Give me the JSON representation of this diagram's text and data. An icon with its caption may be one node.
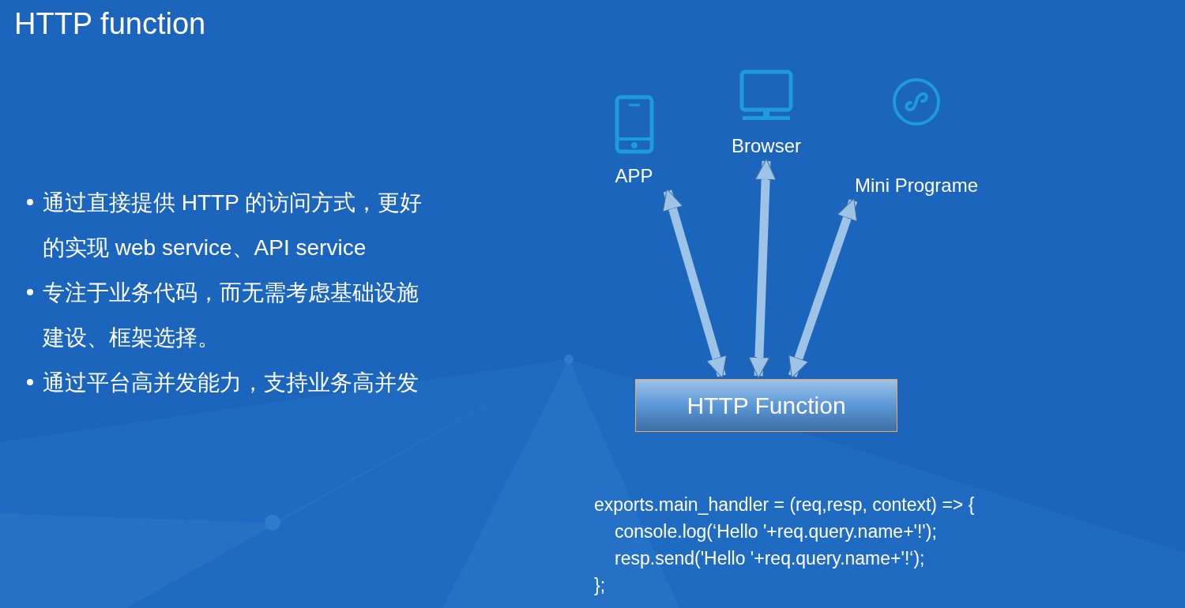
{
  "diagram": {
    "title": "HTTP function",
    "nodes": [
      {
        "text": [
          "APP"
        ]
      },
      {
        "text": [
          "Browser"
        ]
      },
      {
        "text": [
          "Mini Programe"
        ]
      },
      {
        "text": [
          "HTTP Function"
        ]
      }
    ],
    "edges": [
      {
        "from": 0,
        "to": 3,
        "arrow": "both"
      },
      {
        "from": 1,
        "to": 3,
        "arrow": "both"
      },
      {
        "from": 2,
        "to": 3,
        "arrow": "both"
      }
    ],
    "labels": [
      "通过直接提供 HTTP 的访问方式，更好的实现 web service、API service",
      "专注于业务代码，而无需考虑基础设施建设、框架选择。",
      "通过平台高并发能力，支持业务高并发",
      "exports.main_handler = (req,resp, context) => {",
      "console.log(‘Hello '+req.query.name+'!');",
      "resp.send('Hello '+req.query.name+'!‘);",
      "};"
    ]
  }
}
